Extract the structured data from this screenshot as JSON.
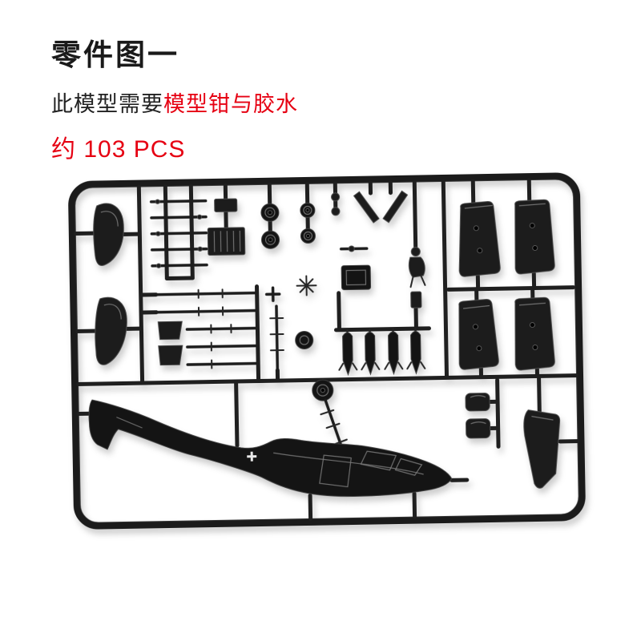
{
  "header": {
    "title": "零件图一",
    "requirement_prefix": "此模型需要",
    "requirement_highlight": "模型钳与胶水",
    "piece_count": "约 103 PCS"
  },
  "photo": {
    "subject": "black plastic model-kit sprue with helicopter parts"
  },
  "colors": {
    "accent_red": "#e60012",
    "text_dark": "#1a1a1a",
    "sprue_dark": "#1b1b1b",
    "background": "#ffffff"
  }
}
